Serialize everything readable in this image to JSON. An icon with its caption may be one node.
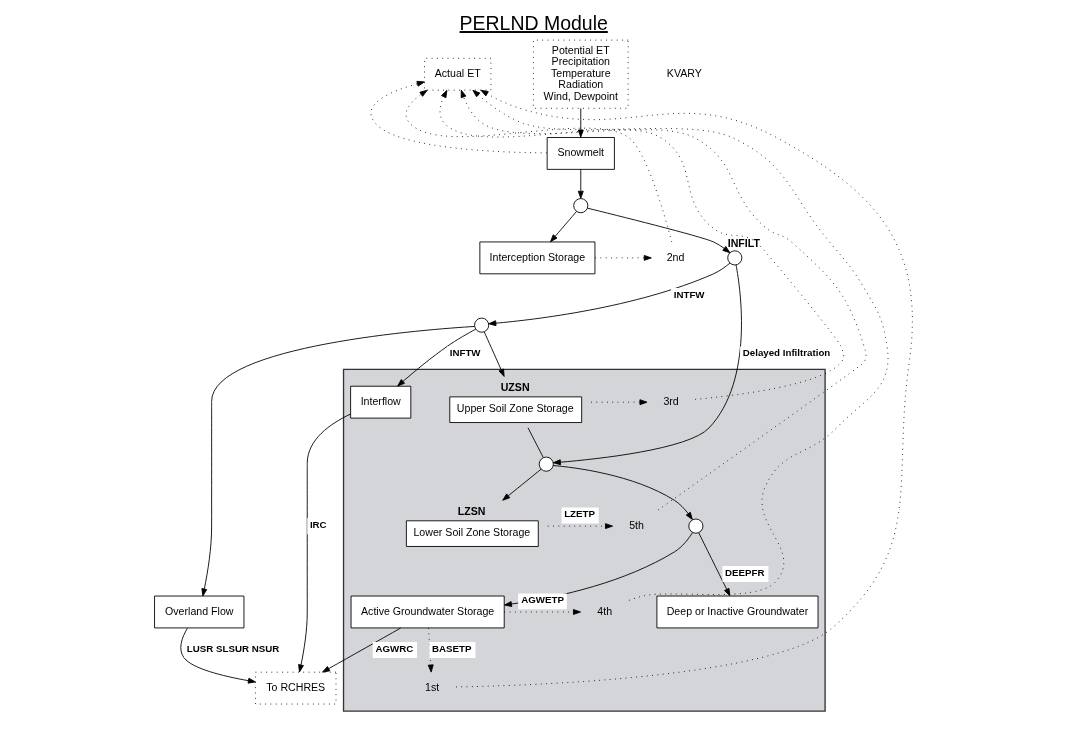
{
  "diagram": {
    "title": "PERLND Module",
    "nodes": [
      {
        "text": [
          "Actual ET"
        ]
      },
      {
        "text": [
          "Potential ET",
          "Precipitation",
          "Temperature",
          "Radiation",
          "Wind, Dewpoint"
        ]
      },
      {
        "text": [
          "Snowmelt"
        ]
      },
      {
        "text": [],
        "shape": "circle"
      },
      {
        "text": [
          "Interception Storage"
        ]
      },
      {
        "text": [
          "2nd"
        ]
      },
      {
        "text": [
          "Overland Flow"
        ]
      },
      {
        "text": [],
        "shape": "circle",
        "beside": [
          "INFILT"
        ]
      },
      {
        "text": [],
        "shape": "circle"
      },
      {
        "text": [],
        "shape": "box"
      },
      {
        "text": [
          "3rd"
        ],
        "in": 9
      },
      {
        "text": [
          "Upper Soil Zone Storage"
        ],
        "in": 9,
        "beside": [
          "UZSN"
        ]
      },
      {
        "text": [
          "Interflow"
        ],
        "in": 9
      },
      {
        "text": [],
        "shape": "circle",
        "in": 9
      },
      {
        "text": [
          "Lower Soil Zone Storage"
        ],
        "in": 9,
        "beside": [
          "LZSN"
        ]
      },
      {
        "text": [
          "5th"
        ],
        "in": 9
      },
      {
        "text": [],
        "shape": "circle",
        "in": 9
      },
      {
        "text": [
          "Active Groundwater Storage"
        ],
        "in": 9
      },
      {
        "text": [
          "4th"
        ],
        "in": 9
      },
      {
        "text": [
          "Deep or Inactive Groundwater"
        ],
        "in": 9
      },
      {
        "text": [
          "1st"
        ],
        "in": 9
      },
      {
        "text": [
          "To RCHRES"
        ]
      }
    ],
    "edges": [
      {
        "from": 1,
        "to": 2,
        "arrow": "to"
      },
      {
        "from": 2,
        "to": 3,
        "arrow": "to"
      },
      {
        "from": 2,
        "to": 0,
        "arrow": "to",
        "style": "dashed"
      },
      {
        "from": 3,
        "to": 4,
        "arrow": "to"
      },
      {
        "from": 3,
        "to": 7,
        "arrow": "to"
      },
      {
        "from": 4,
        "to": 5,
        "arrow": "to",
        "style": "dashed"
      },
      {
        "from": 7,
        "to": 8,
        "arrow": "to",
        "label": "INTFW"
      },
      {
        "from": 8,
        "to": 6,
        "arrow": "to"
      },
      {
        "from": 6,
        "to": 21,
        "arrow": "to",
        "label": "LUSR SLSUR NSUR"
      },
      {
        "from": 8,
        "to": 11,
        "arrow": "to"
      },
      {
        "from": 8,
        "to": 12,
        "arrow": "to",
        "label": "INFTW"
      },
      {
        "from": 12,
        "to": 21,
        "arrow": "to",
        "label": "IRC"
      },
      {
        "from": 11,
        "to": 10,
        "arrow": "to",
        "style": "dashed"
      },
      {
        "from": 7,
        "to": 13,
        "arrow": "to",
        "label": "Delayed Infiltration"
      },
      {
        "from": 11,
        "to": 13,
        "arrow": "none"
      },
      {
        "from": 13,
        "to": 14,
        "arrow": "to"
      },
      {
        "from": 14,
        "to": 15,
        "arrow": "to",
        "style": "dashed",
        "label": "LZETP"
      },
      {
        "from": 13,
        "to": 16,
        "arrow": "to"
      },
      {
        "from": 16,
        "to": 17,
        "arrow": "to"
      },
      {
        "from": 17,
        "to": 18,
        "arrow": "to",
        "style": "dashed",
        "label": "AGWETP"
      },
      {
        "from": 16,
        "to": 19,
        "arrow": "to",
        "label": "DEEPFR"
      },
      {
        "from": 17,
        "to": 21,
        "arrow": "to",
        "label": "AGWRC"
      },
      {
        "from": 17,
        "to": 20,
        "arrow": "to",
        "style": "dashed",
        "label": "BASETP"
      },
      {
        "from": 20,
        "to": 0,
        "arrow": "to",
        "style": "dashed"
      },
      {
        "from": 18,
        "to": 0,
        "arrow": "to",
        "style": "dashed"
      },
      {
        "from": 15,
        "to": 0,
        "arrow": "to",
        "style": "dashed"
      },
      {
        "from": 10,
        "to": 0,
        "arrow": "to",
        "style": "dashed"
      },
      {
        "from": 5,
        "to": 0,
        "arrow": "to",
        "style": "dashed"
      }
    ],
    "labels": [
      "KVARY"
    ]
  }
}
